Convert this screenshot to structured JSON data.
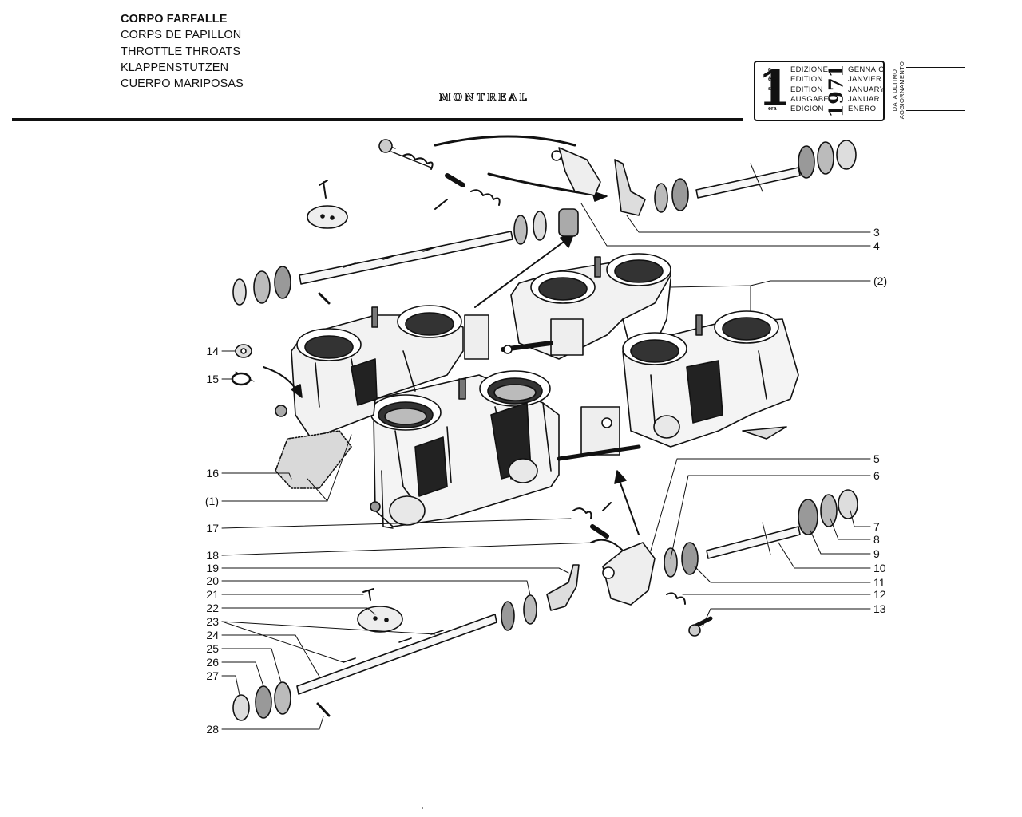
{
  "titles": [
    "CORPO FARFALLE",
    "CORPS DE PAPILLON",
    "THROTTLE THROATS",
    "KLAPPENSTUTZEN",
    "CUERPO MARIPOSAS"
  ],
  "model": "MONTREAL",
  "edition": {
    "number": "1",
    "suffixes": [
      "a",
      "ère",
      "st",
      "",
      "era"
    ],
    "labels": [
      "EDIZIONE",
      "EDITION",
      "EDITION",
      "AUSGABE",
      "EDICION"
    ],
    "year": "1971",
    "months": [
      "GENNAIO",
      "JANVIER",
      "JANUARY",
      "JANUAR",
      "ENERO"
    ],
    "update_label": "DATA ULTIMO AGGIORNAMENTO"
  },
  "callouts": {
    "right": [
      "3",
      "4",
      "(2)",
      "5",
      "6",
      "7",
      "8",
      "9",
      "10",
      "11",
      "12",
      "13"
    ],
    "left": [
      "14",
      "15",
      "16",
      "(1)",
      "17",
      "18",
      "19",
      "20",
      "21",
      "22",
      "23",
      "24",
      "25",
      "26",
      "27",
      "28"
    ]
  },
  "colors": {
    "ink": "#111111",
    "paper": "#ffffff"
  }
}
